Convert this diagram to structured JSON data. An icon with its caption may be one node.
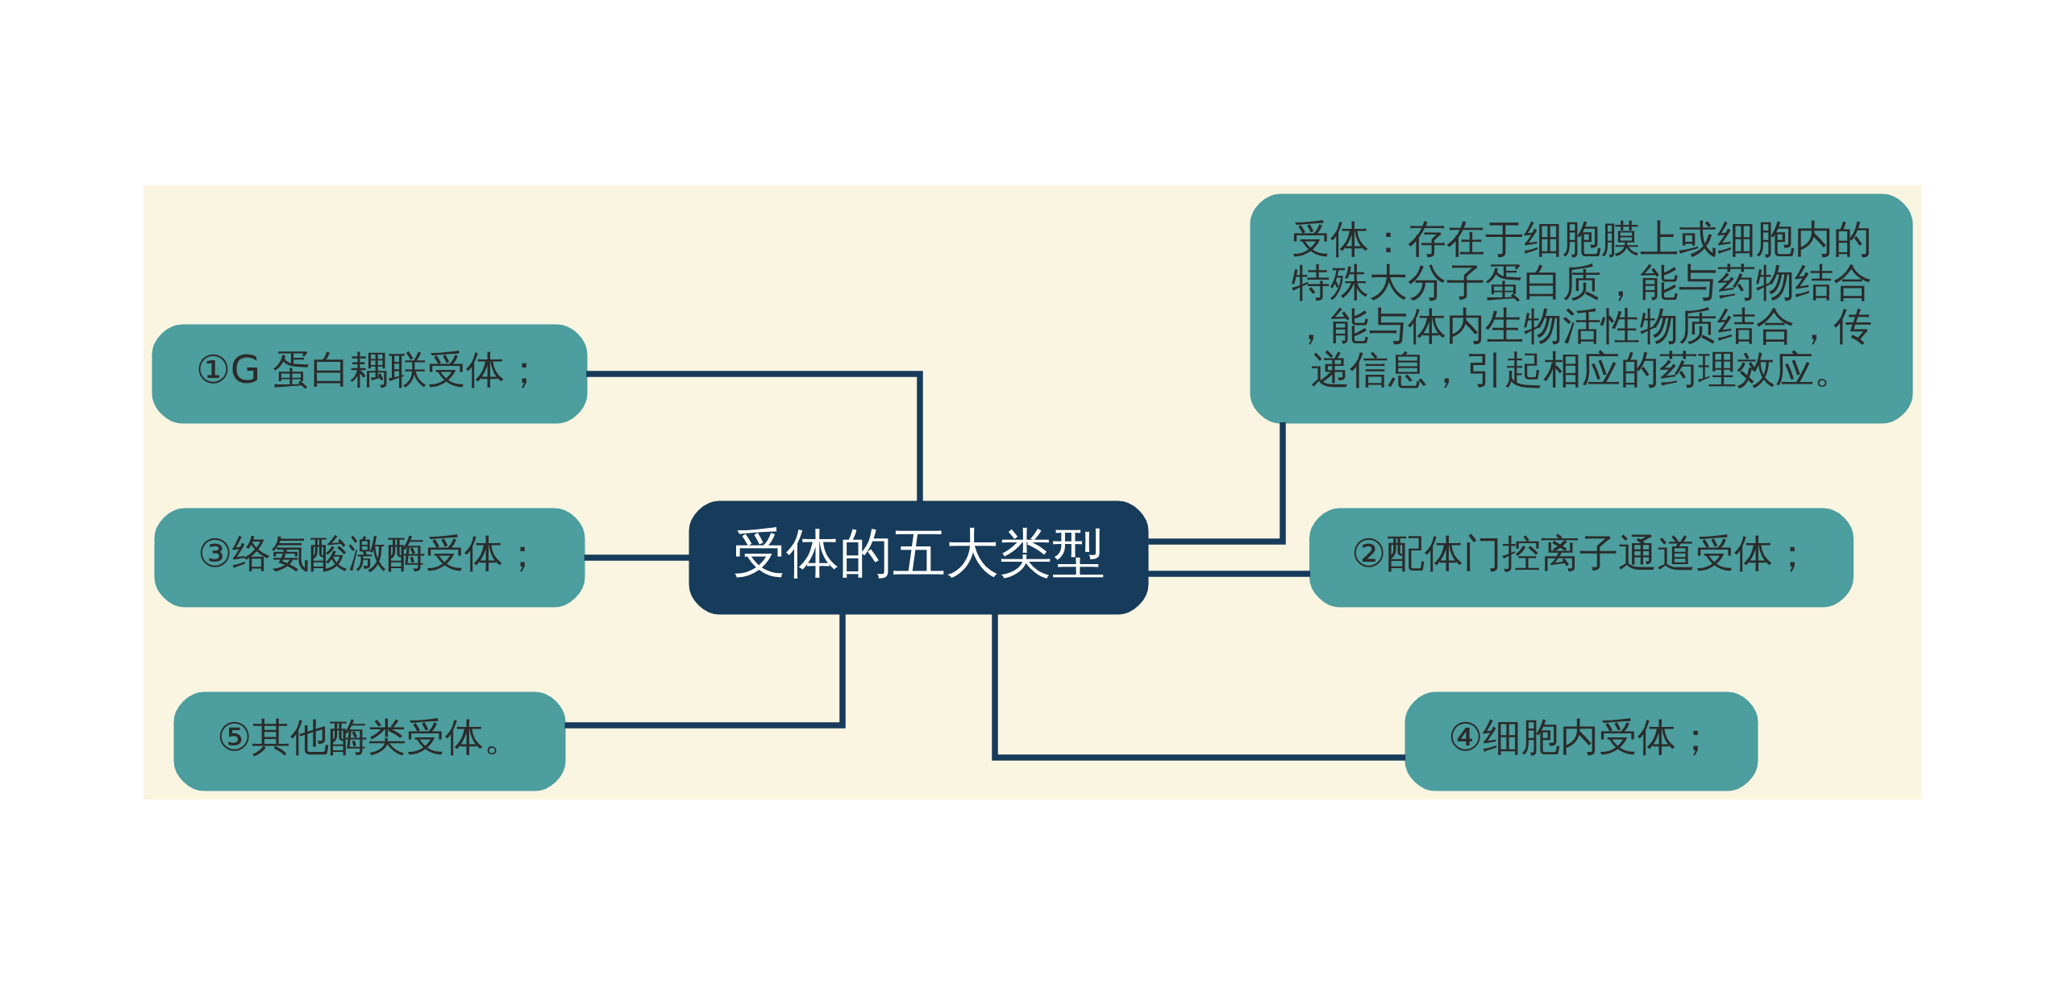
{
  "diagram": {
    "nodes": [
      {
        "text": [
          "受体的五大类型"
        ]
      },
      {
        "text": [
          "受体：存在于细胞膜上或细胞内的特殊大分子蛋白质，能与药物结合，能与体内生物活性物质结合，传递信息，引起相应的药理效应。"
        ]
      },
      {
        "text": [
          "②配体门控离子通道受体；"
        ]
      },
      {
        "text": [
          "④细胞内受体；"
        ]
      },
      {
        "text": [
          "①G 蛋白耦联受体；"
        ]
      },
      {
        "text": [
          "③络氨酸激酶受体；"
        ]
      },
      {
        "text": [
          "⑤其他酶类受体。"
        ]
      }
    ],
    "edges": [
      {
        "from": 0,
        "to": 1,
        "arrow": "none"
      },
      {
        "from": 0,
        "to": 2,
        "arrow": "none"
      },
      {
        "from": 0,
        "to": 3,
        "arrow": "none"
      },
      {
        "from": 0,
        "to": 4,
        "arrow": "none"
      },
      {
        "from": 0,
        "to": 5,
        "arrow": "none"
      },
      {
        "from": 0,
        "to": 6,
        "arrow": "none"
      }
    ]
  }
}
